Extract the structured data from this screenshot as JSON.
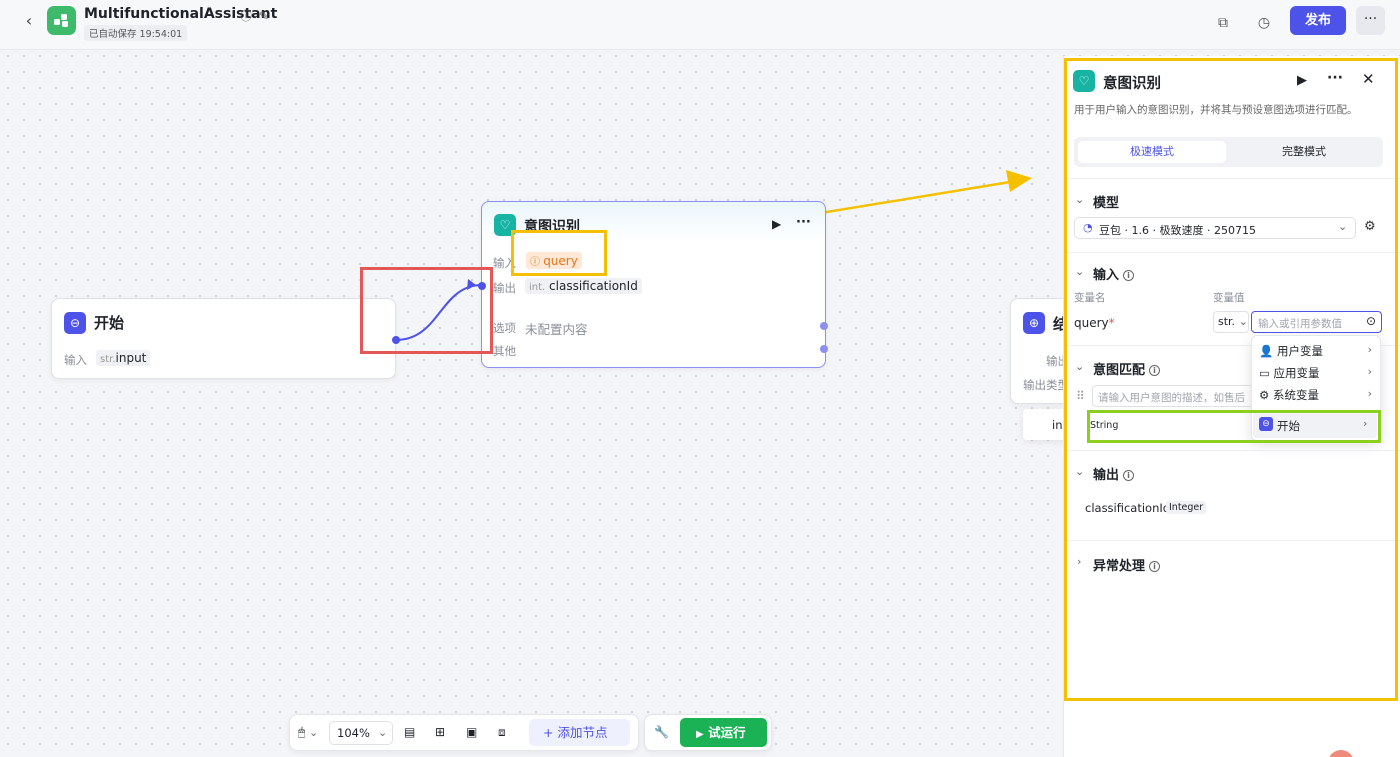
{
  "header": {
    "app_title": "MultifunctionalAssistant",
    "autosave": "已自动保存 19:54:01",
    "publish_label": "发布",
    "more_label": "···"
  },
  "nodes": {
    "start": {
      "title": "开始",
      "input_label": "输入",
      "input_type": "str.",
      "input_name": "input"
    },
    "intent": {
      "title": "意图识别",
      "input_label": "输入",
      "input_var": "query",
      "output_label": "输出",
      "output_type": "int.",
      "output_name": "classificationId",
      "options_label": "选项",
      "options_value": "未配置内容",
      "other_label": "其他"
    },
    "end_partial": {
      "title": "结",
      "output_label": "输出",
      "output_type_label": "输出类型"
    }
  },
  "floating_row": {
    "name": "input",
    "type": "String"
  },
  "panel": {
    "title": "意图识别",
    "description": "用于用户输入的意图识别，并将其与预设意图选项进行匹配。",
    "tabs": [
      {
        "label": "极速模式",
        "active": true
      },
      {
        "label": "完整模式",
        "active": false
      }
    ],
    "model": {
      "section_label": "模型",
      "selected": "豆包 · 1.6 · 极致速度 · 250715"
    },
    "input": {
      "section_label": "输入",
      "col_name": "变量名",
      "col_value": "变量值",
      "var_name": "query",
      "var_type": "str.",
      "value_placeholder": "输入或引用参数值"
    },
    "intent_match": {
      "section_label": "意图匹配",
      "placeholder": "请输入用户意图的描述，如售后"
    },
    "dropdown": {
      "items": [
        "用户变量",
        "应用变量",
        "系统变量"
      ],
      "highlight_item": "开始"
    },
    "output": {
      "section_label": "输出",
      "var_name": "classificationId",
      "var_type": "Integer"
    },
    "exception": {
      "section_label": "异常处理"
    }
  },
  "toolbar": {
    "zoom": "104%",
    "add_node": "添加节点",
    "test_run": "试运行"
  },
  "colors": {
    "brand": "#4d53e8",
    "success": "#1ab255",
    "annotation_yellow": "#f5c000",
    "annotation_red": "#e45757",
    "annotation_green": "#8ccf1f"
  }
}
